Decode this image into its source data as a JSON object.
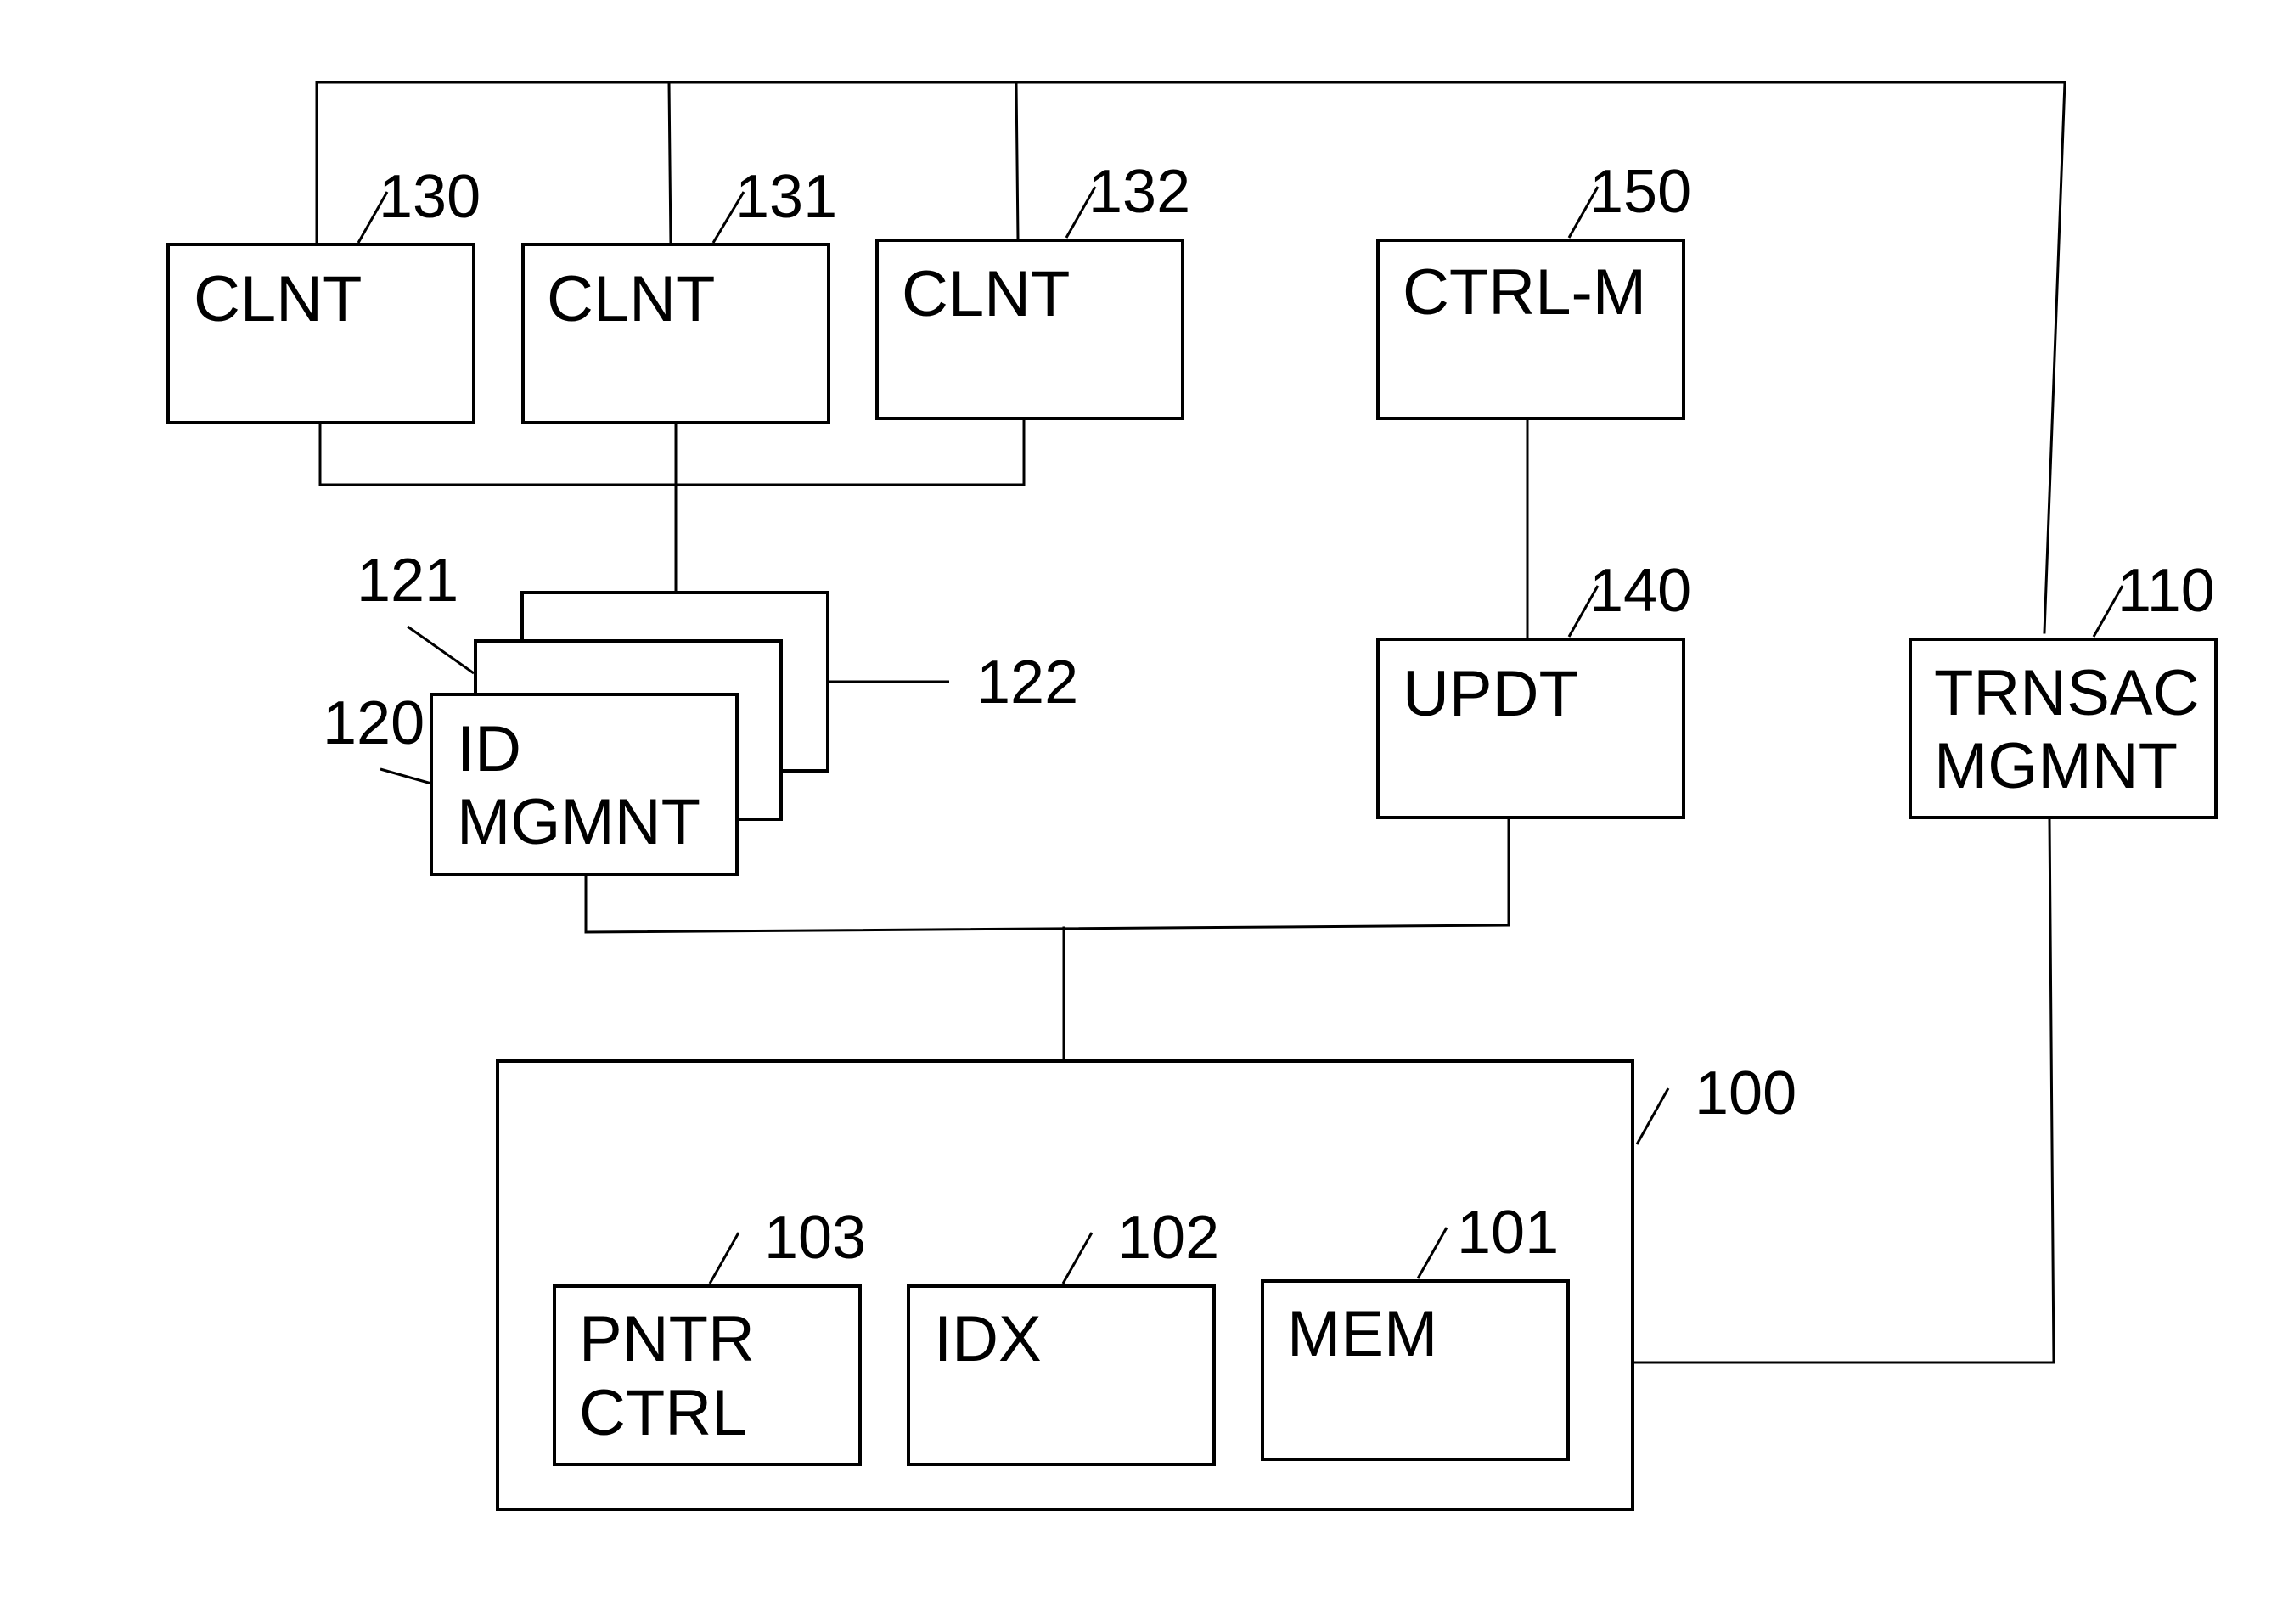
{
  "diagram": {
    "clients": [
      {
        "ref": "130",
        "label": "CLNT"
      },
      {
        "ref": "131",
        "label": "CLNT"
      },
      {
        "ref": "132",
        "label": "CLNT"
      }
    ],
    "ctrl_m": {
      "ref": "150",
      "label": "CTRL-M"
    },
    "id_mgmnt": {
      "ref": "120",
      "ref_mid": "121",
      "ref_back": "122",
      "label_line1": "ID",
      "label_line2": "MGMNT"
    },
    "updt": {
      "ref": "140",
      "label": "UPDT"
    },
    "trnsac": {
      "ref": "110",
      "label_line1": "TRNSAC",
      "label_line2": "MGMNT"
    },
    "main": {
      "ref": "100"
    },
    "pntr": {
      "ref": "103",
      "label_line1": "PNTR",
      "label_line2": "CTRL"
    },
    "idx": {
      "ref": "102",
      "label": "IDX"
    },
    "mem": {
      "ref": "101",
      "label": "MEM"
    }
  }
}
